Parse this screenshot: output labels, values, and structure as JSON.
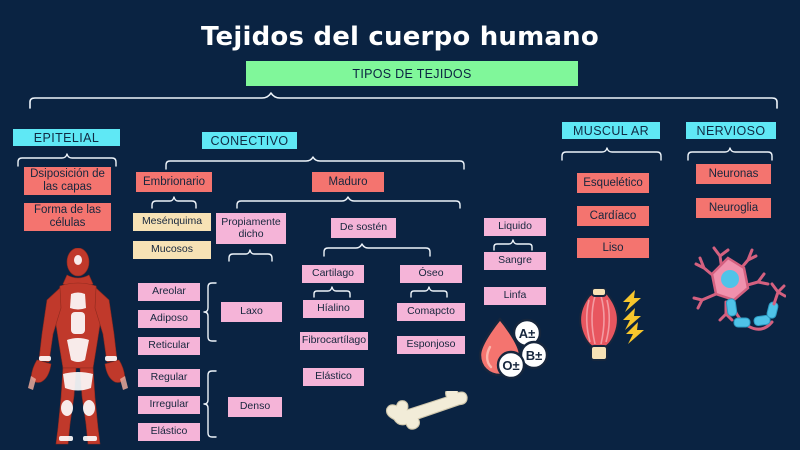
{
  "header": {
    "title": "Tejidos del cuerpo humano",
    "subtitle_bar": "TIPOS DE TEJIDOS"
  },
  "colors": {
    "background": "#0a2342",
    "green_bar": "#80f79a",
    "cyan_header": "#5fe8f5",
    "salmon_node": "#f4746f",
    "pink_node": "#f5b4d8",
    "cream_node": "#f7e2b5",
    "bracket": "#eef4fa",
    "title_text": "#ffffff"
  },
  "branches": {
    "epitelial": {
      "label": "EPITELIAL",
      "children": [
        "Dsiposición de las capas",
        "Forma de las células"
      ]
    },
    "conectivo": {
      "label": "CONECTIVO",
      "embrionario": {
        "label": "Embrionario",
        "children": [
          "Mesénquima",
          "Mucosos"
        ]
      },
      "maduro": {
        "label": "Maduro",
        "propiamente_dicho": {
          "label": "Propiamente dicho",
          "laxo": {
            "label": "Laxo",
            "children": [
              "Areolar",
              "Adiposo",
              "Reticular"
            ]
          },
          "denso": {
            "label": "Denso",
            "children": [
              "Regular",
              "Irregular",
              "Elástico"
            ]
          }
        },
        "de_sosten": {
          "label": "De sostén",
          "cartilago": {
            "label": "Cartilago",
            "children": [
              "Híalino",
              "Fibrocartílago",
              "Elástico"
            ]
          },
          "oseo": {
            "label": "Óseo",
            "children": [
              "Comapcto",
              "Esponjoso"
            ]
          }
        },
        "liquido": {
          "label": "Liquido",
          "children": [
            "Sangre",
            "Linfa"
          ]
        }
      }
    },
    "muscular": {
      "label": "MUSCUL AR",
      "children": [
        "Esquelético",
        "Cardíaco",
        "Liso"
      ]
    },
    "nervioso": {
      "label": "NERVIOSO",
      "children": [
        "Neuronas",
        "Neuroglia"
      ]
    }
  },
  "illustrations": {
    "human_body": "human-muscular-system-figure",
    "bone": "bone-icon",
    "blood_drop": "blood-drop-icon",
    "blood_types": [
      "A±",
      "B±",
      "O±"
    ],
    "muscle": "muscle-fiber-icon",
    "lightning": "lightning-bolt-icon",
    "neuron": "neuron-icon"
  }
}
